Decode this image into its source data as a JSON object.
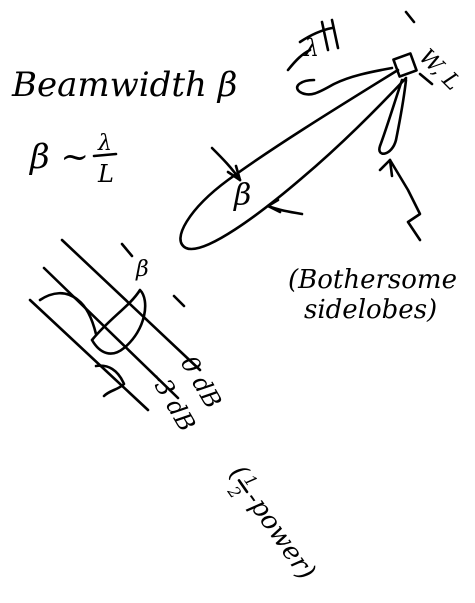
{
  "title": "Beamwidth β",
  "formula": {
    "lhs": "β ~",
    "numerator": "λ",
    "denominator": "L"
  },
  "labels": {
    "beta_main": "β",
    "beta_small": "β",
    "lambda": "λ",
    "aperture": "W, L",
    "sidelobe_line1": "(Bothersome",
    "sidelobe_line2": "sidelobes)",
    "zero_db": "0 dB",
    "minus3_db": "-3 dB",
    "half_power_frac_num": "1",
    "half_power_frac_den": "2",
    "half_power_rest": "-power)",
    "half_power_open": "("
  },
  "colors": {
    "ink": "#000000",
    "background": "#ffffff"
  }
}
